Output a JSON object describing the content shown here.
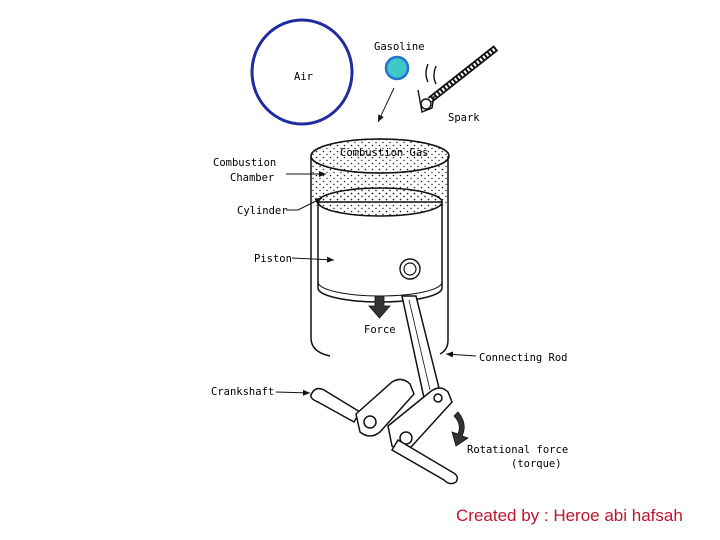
{
  "labels": {
    "gasoline": "Gasoline",
    "air": "Air",
    "spark": "Spark",
    "combustion_gas": "Combustion Gas",
    "combustion_chamber_line1": "Combustion",
    "combustion_chamber_line2": "Chamber",
    "cylinder": "Cylinder",
    "piston": "Piston",
    "force": "Force",
    "connecting_rod": "Connecting Rod",
    "crankshaft": "Crankshaft",
    "rotational_force_line1": "Rotational force",
    "rotational_force_line2": "(torque)"
  },
  "credit": "Created by : Heroe abi hafsah",
  "colors": {
    "air_circle": "#1e2ca0",
    "gasoline_drop": "#3ec8c8",
    "gasoline_drop_outline": "#2a6fd0",
    "credit_text": "#c0142c",
    "line": "#111111"
  }
}
